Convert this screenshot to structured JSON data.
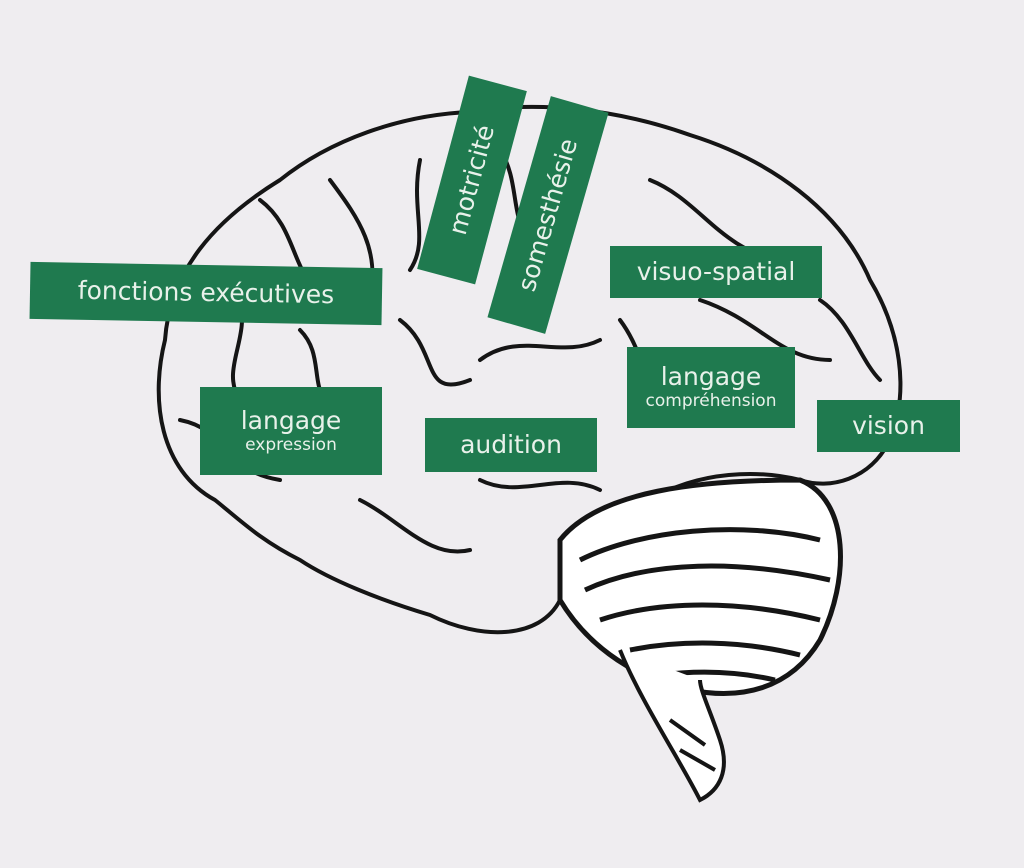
{
  "accent_color": "#1f7a4f",
  "labels": {
    "fonctions_executives": "fonctions exécutives",
    "motricite": "motricité",
    "somesthesie": "somesthésie",
    "visuo_spatial": "visuo-spatial",
    "langage_comprehension": {
      "title": "langage",
      "sub": "compréhension"
    },
    "vision": "vision",
    "langage_expression": {
      "title": "langage",
      "sub": "expression"
    },
    "audition": "audition"
  }
}
